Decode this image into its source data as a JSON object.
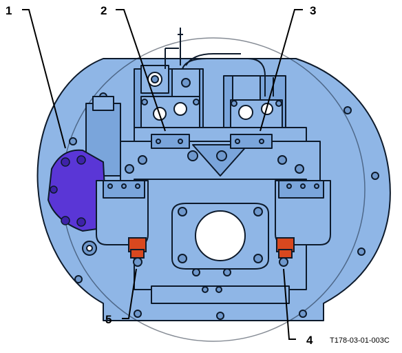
{
  "callouts": {
    "c1": "1",
    "c2": "2",
    "c3": "3",
    "c4": "4",
    "c5": "5"
  },
  "figure_code": "T178-03-01-003C",
  "colors": {
    "body": "#8fb6e6",
    "body_dark": "#6f98cc",
    "outline": "#0d1a2b",
    "highlight_pump": "#5a36d6",
    "highlight_sensor": "#d8481f",
    "background": "#ffffff"
  }
}
